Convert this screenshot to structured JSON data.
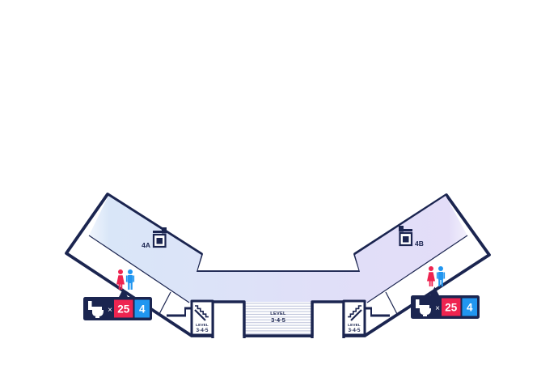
{
  "page": {
    "kind": "stadium-floor-plan"
  },
  "colors": {
    "navy": "#1b2550",
    "red": "#ee2450",
    "blue": "#2196f0",
    "band_blue": "#d9e6f8",
    "band_mid": "#dfe0f8",
    "band_lavender": "#e3ddf8",
    "hatch_line": "#b9c0d8",
    "white": "#ffffff"
  },
  "elevators": {
    "left": {
      "label": "4A"
    },
    "right": {
      "label": "4B"
    }
  },
  "stairs": {
    "left": {
      "line1": "LEVEL",
      "line2": "3·4·5"
    },
    "center": {
      "line1": "LEVEL",
      "line2": "3·4·5"
    },
    "right": {
      "line1": "LEVEL",
      "line2": "3·4·5"
    }
  },
  "toilets": {
    "left": {
      "times": "×",
      "count_primary": "25",
      "count_secondary": "4"
    },
    "right": {
      "times": "×",
      "count_primary": "25",
      "count_secondary": "4"
    }
  },
  "icons": [
    "elevator-icon",
    "stairs-icon",
    "bench-step-icon",
    "toilet-icon",
    "female-figure-icon",
    "male-figure-icon",
    "pointer-icon"
  ]
}
